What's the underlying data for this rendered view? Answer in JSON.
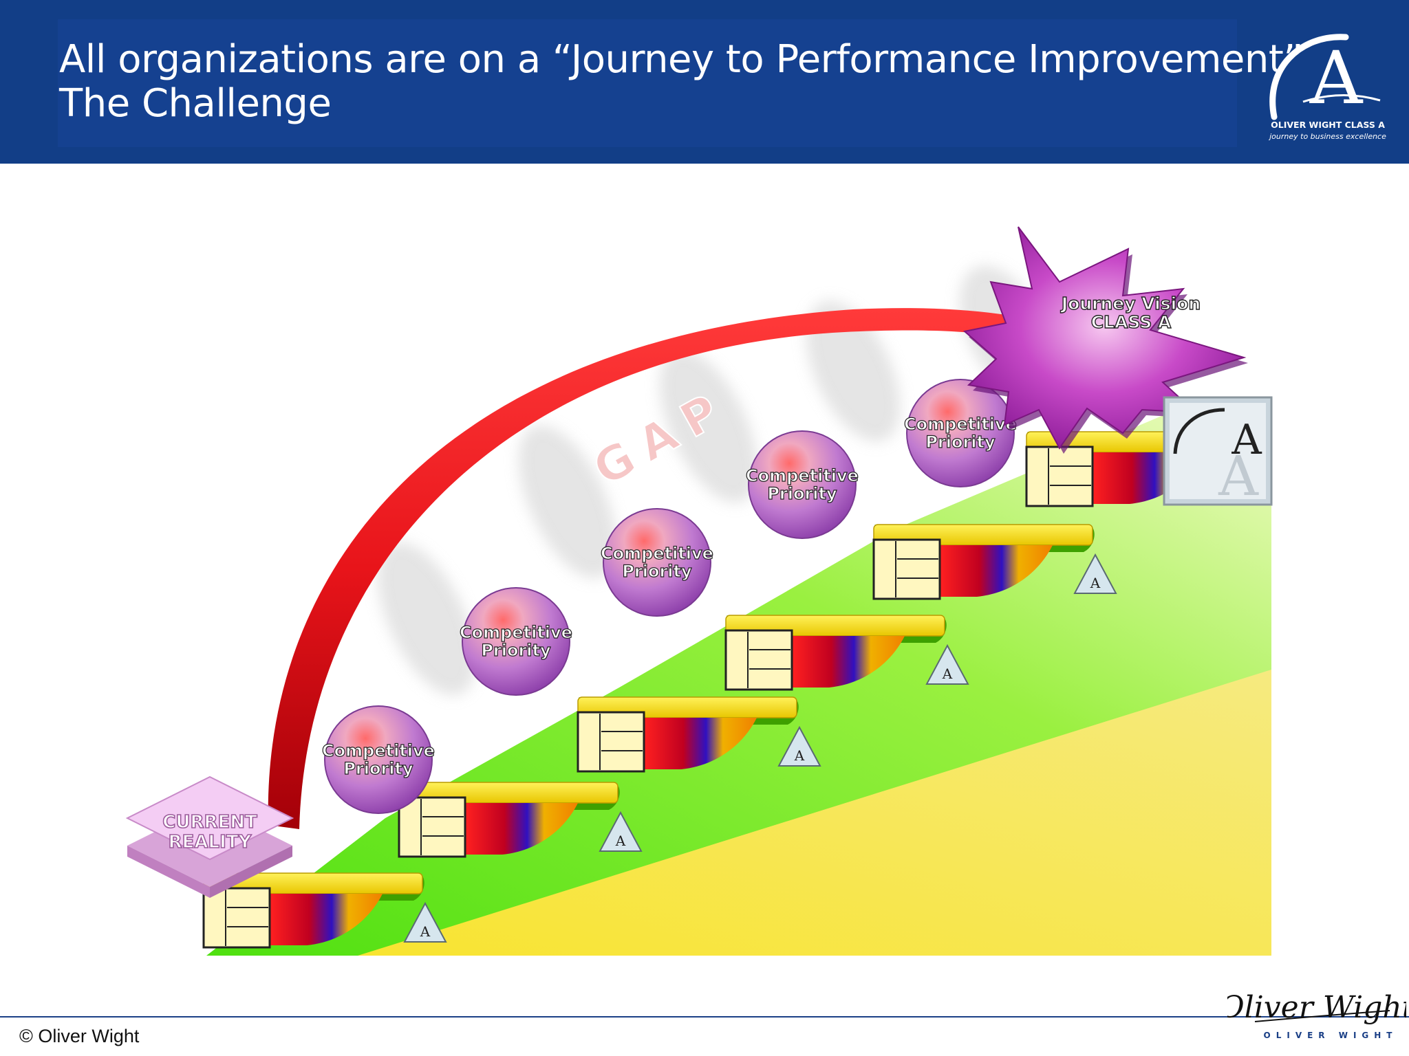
{
  "header": {
    "title_line1": "All organizations are on a “Journey to Performance Improvement”",
    "title_line2": "The Challenge",
    "logo": {
      "letter": "A",
      "caption": "OLIVER WIGHT CLASS A",
      "tagline": "journey to business excellence"
    }
  },
  "diagram": {
    "start_label": [
      "CURRENT",
      "REALITY"
    ],
    "gap_label": "GAP",
    "priority_label": [
      "Competitive",
      "Priority"
    ],
    "priority_count": 5,
    "step_count": 6,
    "vision_label": [
      "Journey Vision",
      "CLASS A"
    ],
    "final_badge_letter": "A",
    "colors": {
      "gap_arc": "#e8141a",
      "priority_ball": "#a65ac0",
      "vision_star": "#9c1fa4",
      "ramp_green": "#7be51e",
      "ramp_yellow": "#f4e234",
      "step_yellow": "#f6e023",
      "current_reality": "#f0c4f0"
    }
  },
  "footer": {
    "copyright": "© Oliver Wight",
    "logo_script": "Oliver Wight",
    "logo_caption": "OLIVER WIGHT"
  }
}
